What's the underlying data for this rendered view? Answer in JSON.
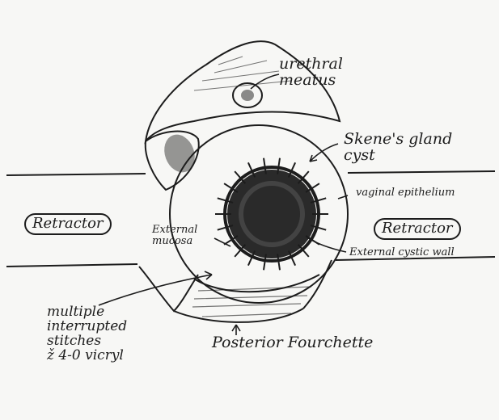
{
  "labels": {
    "urethral_meatus": "urethral\nmeatus",
    "skenes_gland_cyst": "Skene's gland\ncyst",
    "vaginal_epithelium": "vaginal epithelium",
    "retractor_left": "Retractor",
    "retractor_right": "Retractor",
    "external_mucosa": "External\nmucosa",
    "external_cystic_wall": "External cystic wall",
    "multiple_interrupted_stitches": "multiple\ninterrupted\nstitches\nž 4-0 vicryl",
    "posterior_fourchette": "Posterior Fourchette"
  },
  "colors": {
    "ink": "#1c1c1c",
    "paper": "#f7f7f5",
    "cyst_fill": "#2a2a2a"
  }
}
